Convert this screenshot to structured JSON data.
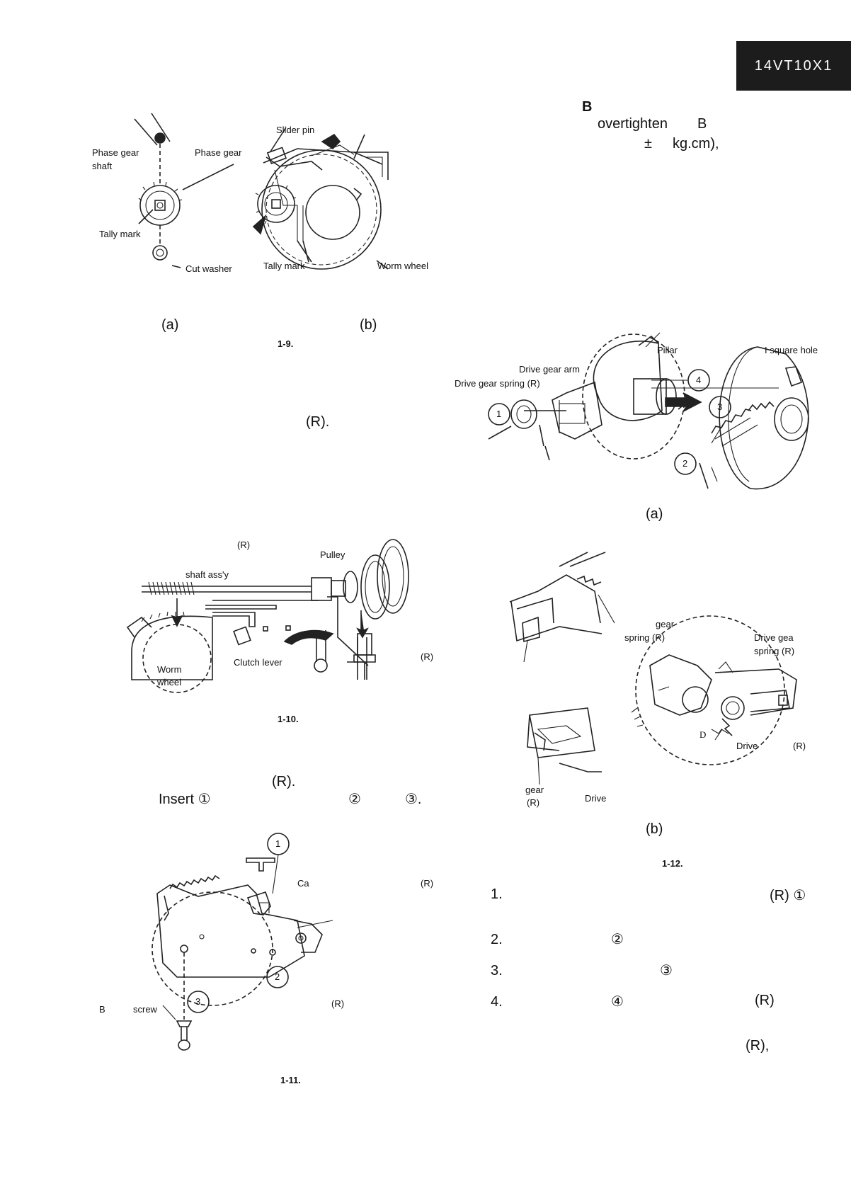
{
  "header": {
    "model": "14VT10X1"
  },
  "fig_1_9": {
    "labels": {
      "phase_gear_shaft_1": "Phase gear",
      "phase_gear_shaft_2": "shaft",
      "phase_gear_a": "Phase gear",
      "tally_mark_a": "Tally mark",
      "cut_washer": "Cut washer",
      "slider_pin": "Slider pin",
      "tally_mark_b": "Tally mark",
      "worm_wheel": "Worm wheel"
    },
    "sub_a": "(a)",
    "sub_b": "(b)",
    "caption": "1-9."
  },
  "right_text": {
    "line1": "B",
    "line2a": "overtighten",
    "line2b": "B",
    "line3a": "±",
    "line3b": "kg.cm),"
  },
  "mid_r": "(R).",
  "fig_1_12a": {
    "labels": {
      "pillar": "Pillar",
      "square_hole": "I square hole",
      "drive_gear_arm": "Drive gear arm",
      "drive_gear_spring": "Drive gear spring (R)",
      "n1": "1",
      "n2": "2",
      "n3": "3",
      "n4": "4"
    },
    "sub": "(a)"
  },
  "fig_1_10": {
    "labels": {
      "r_top": "(R)",
      "pulley": "Pulley",
      "shaft_assy": "shaft ass'y",
      "worm_wheel_1": "Worm",
      "worm_wheel_2": "wheel",
      "clutch_lever": "Clutch lever",
      "r_right": "(R)"
    },
    "caption": "1-10."
  },
  "instr": {
    "r": "(R).",
    "insert": "Insert ①",
    "n2": "②",
    "n3": "③."
  },
  "fig_1_12b": {
    "labels": {
      "gear": "gear",
      "spring_r": "spring (R)",
      "drive_gea": "Drive gea",
      "spring_r2": "spring (R)",
      "d": "D",
      "drive": "Drive",
      "r": "(R)",
      "gear2": "gear",
      "r2": "(R)",
      "drive2": "Drive"
    },
    "sub": "(b)",
    "caption": "1-12."
  },
  "fig_1_11": {
    "labels": {
      "n1": "1",
      "n2": "2",
      "n3": "3",
      "ca": "Ca",
      "r1": "(R)",
      "r2": "(R)",
      "b": "B",
      "screw": "screw"
    },
    "caption": "1-11."
  },
  "steps": [
    {
      "num": "1.",
      "tail": "(R) ①"
    },
    {
      "num": "2.",
      "tail": "②"
    },
    {
      "num": "3.",
      "tail": "③"
    },
    {
      "num": "4.",
      "tail": "④",
      "tail2": "(R)"
    }
  ],
  "bottom_r": "(R),"
}
